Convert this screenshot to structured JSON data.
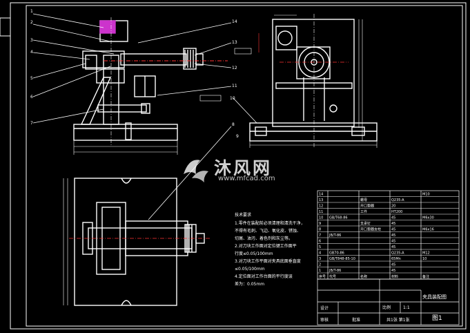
{
  "callouts": [
    "1",
    "2",
    "3",
    "4",
    "5",
    "6",
    "7",
    "8",
    "9",
    "10",
    "11",
    "12",
    "13",
    "14"
  ],
  "tech_requirements": {
    "title": "技术要求",
    "lines": [
      "1.零件在装配前必须清理和清洗干净，",
      "不得有毛刺、飞边、氧化皮、锈蚀、",
      "切屑、油污、着色剂和灰尘等。",
      "2.对刀块工作面对定位键工作面平",
      "行度≤0.05/100mm",
      "3.对刀块工作平面对夹具底面垂直度",
      "≤0.05/100mm",
      "4.定位面对工作台面的平行度误",
      "差为：0.05mm"
    ]
  },
  "bom_rows": [
    [
      "14",
      "",
      "",
      "",
      "M10"
    ],
    [
      "13",
      "",
      "螺母",
      "Q235-A",
      ""
    ],
    [
      "12",
      "",
      "开口垫圈",
      "20",
      ""
    ],
    [
      "11",
      "",
      "工件",
      "HT200",
      ""
    ],
    [
      "10",
      "GB/T68-86",
      "",
      "45",
      "M6x30"
    ],
    [
      "9",
      "",
      "支承钉",
      "45",
      ""
    ],
    [
      "8",
      "",
      "开口垫圈支柱",
      "45",
      "M6x16"
    ],
    [
      "7",
      "JB/T-86",
      "",
      "45",
      ""
    ],
    [
      "6",
      "",
      "",
      "45",
      ""
    ],
    [
      "5",
      "",
      "",
      "45",
      ""
    ],
    [
      "4",
      "GB70-86",
      "",
      "Q235-A",
      "M12"
    ],
    [
      "3",
      "GB/T848-85-10",
      "",
      "65Mn",
      "10"
    ],
    [
      "2",
      "",
      "",
      "45",
      ""
    ],
    [
      "1",
      "JB/T-86",
      "",
      "45",
      ""
    ]
  ],
  "bom_header": [
    "序号",
    "代号",
    "名称",
    "材料",
    "备注"
  ],
  "title_block": {
    "name": "夹具装配图",
    "drawing_no": "图1",
    "scale_label": "比例",
    "scale_value": "1:1",
    "sheet": "共1张 第1张",
    "designer_label": "设计",
    "checker_label": "审核",
    "approve_label": "批准"
  },
  "watermark": {
    "text_cn": "沐风网",
    "text_en": "www.mfcad.com"
  },
  "colors": {
    "background": "#000000",
    "line": "#ffffff",
    "hatch": "#cc33cc",
    "dim": "#ff3333"
  }
}
